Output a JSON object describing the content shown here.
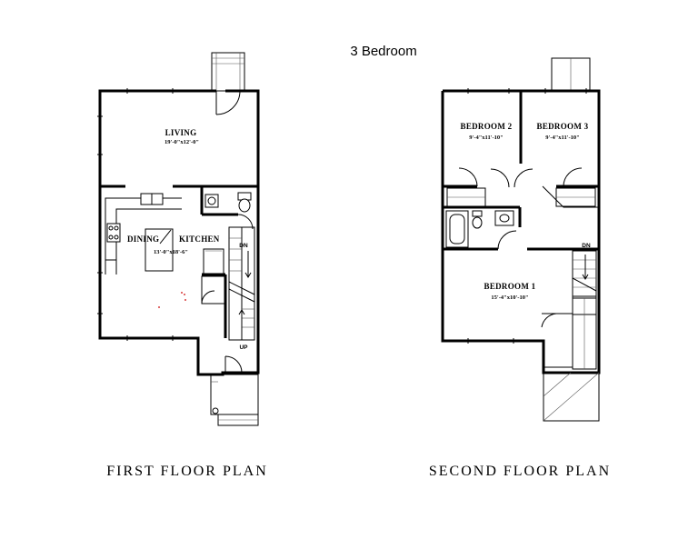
{
  "title": "3 Bedroom",
  "first_floor": {
    "caption": "FIRST FLOOR PLAN",
    "living": {
      "name": "LIVING",
      "dims": "19'-0\"x12'-0\""
    },
    "dining": {
      "name": "DINING"
    },
    "kitchen": {
      "name": "KITCHEN",
      "dims": "13'-0\"x18'-6\""
    },
    "stair_dn": "DN",
    "stair_up": "UP"
  },
  "second_floor": {
    "caption": "SECOND FLOOR PLAN",
    "bedroom2": {
      "name": "BEDROOM 2",
      "dims": "9'-4\"x11'-10\""
    },
    "bedroom3": {
      "name": "BEDROOM 3",
      "dims": "9'-4\"x11'-10\""
    },
    "bedroom1": {
      "name": "BEDROOM 1",
      "dims": "15'-4\"x10'-10\""
    },
    "stair_dn": "DN"
  }
}
